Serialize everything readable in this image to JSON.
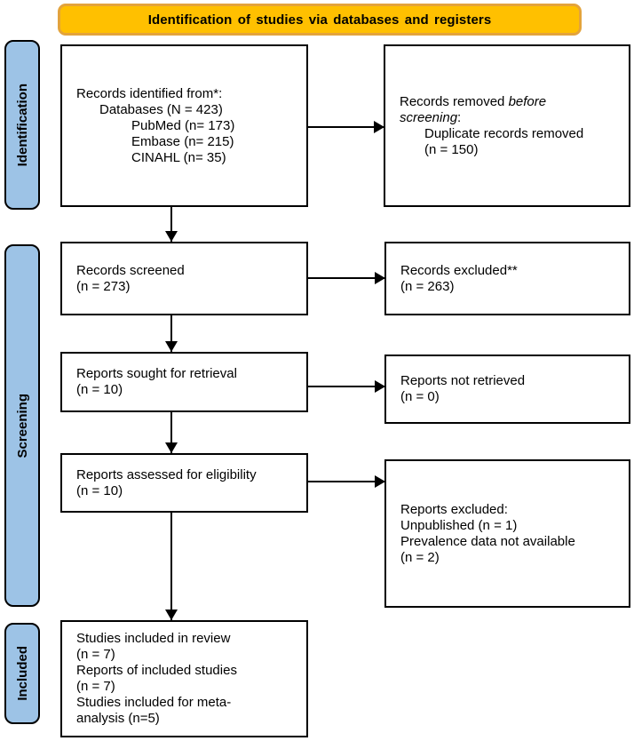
{
  "banner": {
    "title": "Identification of studies via databases and registers"
  },
  "stages": {
    "identification": {
      "label": "Identification"
    },
    "screening": {
      "label": "Screening"
    },
    "included": {
      "label": "Included"
    }
  },
  "boxes": {
    "identified": {
      "title": "Records identified from*:",
      "databases": "Databases (N = 423)",
      "pubmed": "PubMed (n= 173)",
      "embase": "Embase (n= 215)",
      "cinahl": "CINAHL (n= 35)"
    },
    "removed": {
      "line1_text": "Records removed ",
      "line1_italic": "before",
      "line2_italic": "screening",
      "line2_colon": ":",
      "detail": "Duplicate records removed",
      "count": "(n = 150)"
    },
    "screened": {
      "line1": "Records screened",
      "line2": "(n = 273)"
    },
    "excluded": {
      "line1": "Records excluded**",
      "line2": "(n = 263)"
    },
    "sought": {
      "line1": "Reports sought for retrieval",
      "line2": "(n = 10)"
    },
    "not_retrieved": {
      "line1": "Reports not retrieved",
      "line2": "(n = 0)"
    },
    "assessed": {
      "line1": "Reports assessed for eligibility",
      "line2": "(n = 10)"
    },
    "reports_excluded": {
      "line1": "Reports excluded:",
      "line2": "Unpublished (n = 1)",
      "line3": "Prevalence data not available",
      "line4": "(n = 2)"
    },
    "included_studies": {
      "line1": "Studies included in review",
      "line2": "(n = 7)",
      "line3": "Reports of included studies",
      "line4": "(n = 7)",
      "line5": "Studies included for meta-",
      "line6": "analysis (n=5)"
    }
  },
  "colors": {
    "banner_fill": "#FFC000",
    "banner_border": "#E3A33C",
    "stage_fill": "#9DC3E6"
  }
}
